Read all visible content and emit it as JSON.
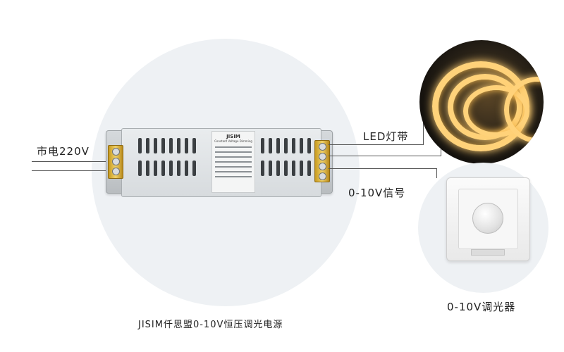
{
  "labels": {
    "mains": "市电220V",
    "led_strip": "LED灯带",
    "signal": "0-10V信号",
    "dimmer": "0-10V调光器",
    "caption": "JISIM仟思盟0-10V恒压调光电源"
  },
  "product": {
    "brand_mark": "JISIM",
    "label_title": "Constant Voltage Dimming"
  },
  "colors": {
    "background": "#ffffff",
    "circle": "#eef1f4",
    "wire": "#555555",
    "led_glow": "#ffd27a",
    "terminal": "#e0b43a"
  },
  "icons": [
    "power-supply-image",
    "led-strip-image",
    "dimmer-switch-image"
  ]
}
